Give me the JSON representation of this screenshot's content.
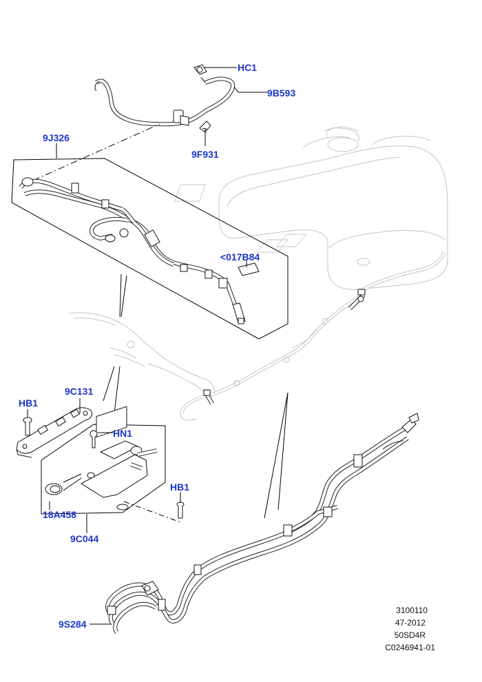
{
  "callouts": {
    "hc1": "HC1",
    "b9b593": "9B593",
    "f9f931": "9F931",
    "j9j326": "9J326",
    "b017b84": "<017B84",
    "c9c131": "9C131",
    "hb1_left": "HB1",
    "hn1": "HN1",
    "hb1_right": "HB1",
    "a18a458": "18A458",
    "c9c044": "9C044",
    "s9s284": "9S284"
  },
  "reference": {
    "line1": "3100110",
    "line2": "47-2012",
    "line3": "50SD4R",
    "line4": "C0246941-01"
  },
  "colors": {
    "callout_text": "#1a35c9",
    "line_art": "#000000",
    "ghost_art": "#c4c4c4"
  }
}
